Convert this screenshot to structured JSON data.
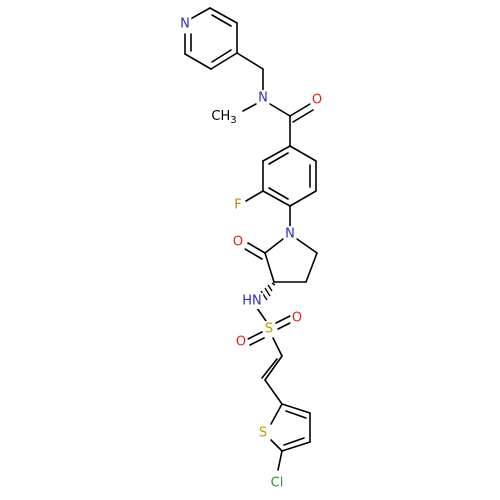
{
  "colors": {
    "bond": "#000000",
    "N": "#2f2fbf",
    "O": "#e8201b",
    "F": "#b8860b",
    "S": "#b8a000",
    "Cl": "#2e9a2e"
  },
  "labels": {
    "pyridine_n": "N",
    "amide_n": "N",
    "methyl": "CH",
    "methyl_sub": "3",
    "amide_o": "O",
    "fluorine": "F",
    "lactam_o": "O",
    "ring_n": "N",
    "nh": "HN",
    "sulfur": "S",
    "sulfonyl_o_right": "O",
    "sulfonyl_o_left": "O",
    "thiophene_s": "S",
    "chlorine": "Cl"
  }
}
